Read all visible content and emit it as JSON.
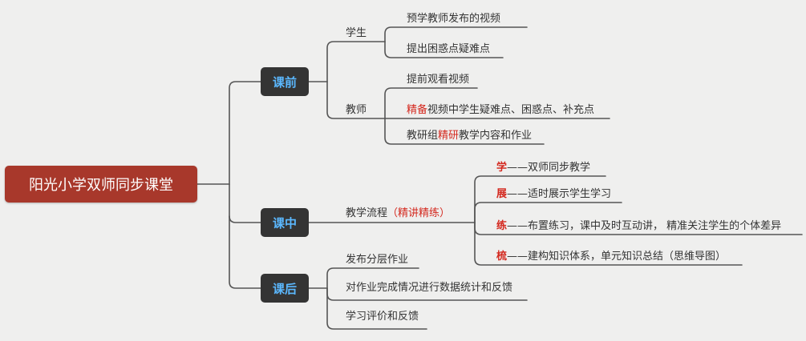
{
  "root": "阳光小学双师同步课堂",
  "colors": {
    "background": "#efefee",
    "root": "#a8382b",
    "hub": "#343434",
    "line": "#555555",
    "accent": "#d4291f"
  },
  "before": {
    "title": "课前",
    "student": {
      "label": "学生",
      "items": [
        "预学教师发布的视频",
        "提出困惑点疑难点"
      ]
    },
    "teacher": {
      "label": "教师",
      "item1": "提前观看视频",
      "item2_hl": "精备",
      "item2_rest": "视频中学生疑难点、困惑点、补充点",
      "item3_pre": "教研组",
      "item3_hl": "精研",
      "item3_post": "教学内容和作业"
    }
  },
  "during": {
    "title": "课中",
    "process": "教学流程",
    "process_hl": "（精讲精练）",
    "steps": [
      {
        "char": "学",
        "text": "——双师同步教学"
      },
      {
        "char": "展",
        "text": "——适时展示学生学习"
      },
      {
        "char": "练",
        "text": "——布置练习，课中及时互动讲， 精准关注学生的个体差异"
      },
      {
        "char": "梳",
        "text": "——建构知识体系，单元知识总结（思维导图）"
      }
    ]
  },
  "after": {
    "title": "课后",
    "items": [
      "发布分层作业",
      "对作业完成情况进行数据统计和反馈",
      "学习评价和反馈"
    ]
  }
}
